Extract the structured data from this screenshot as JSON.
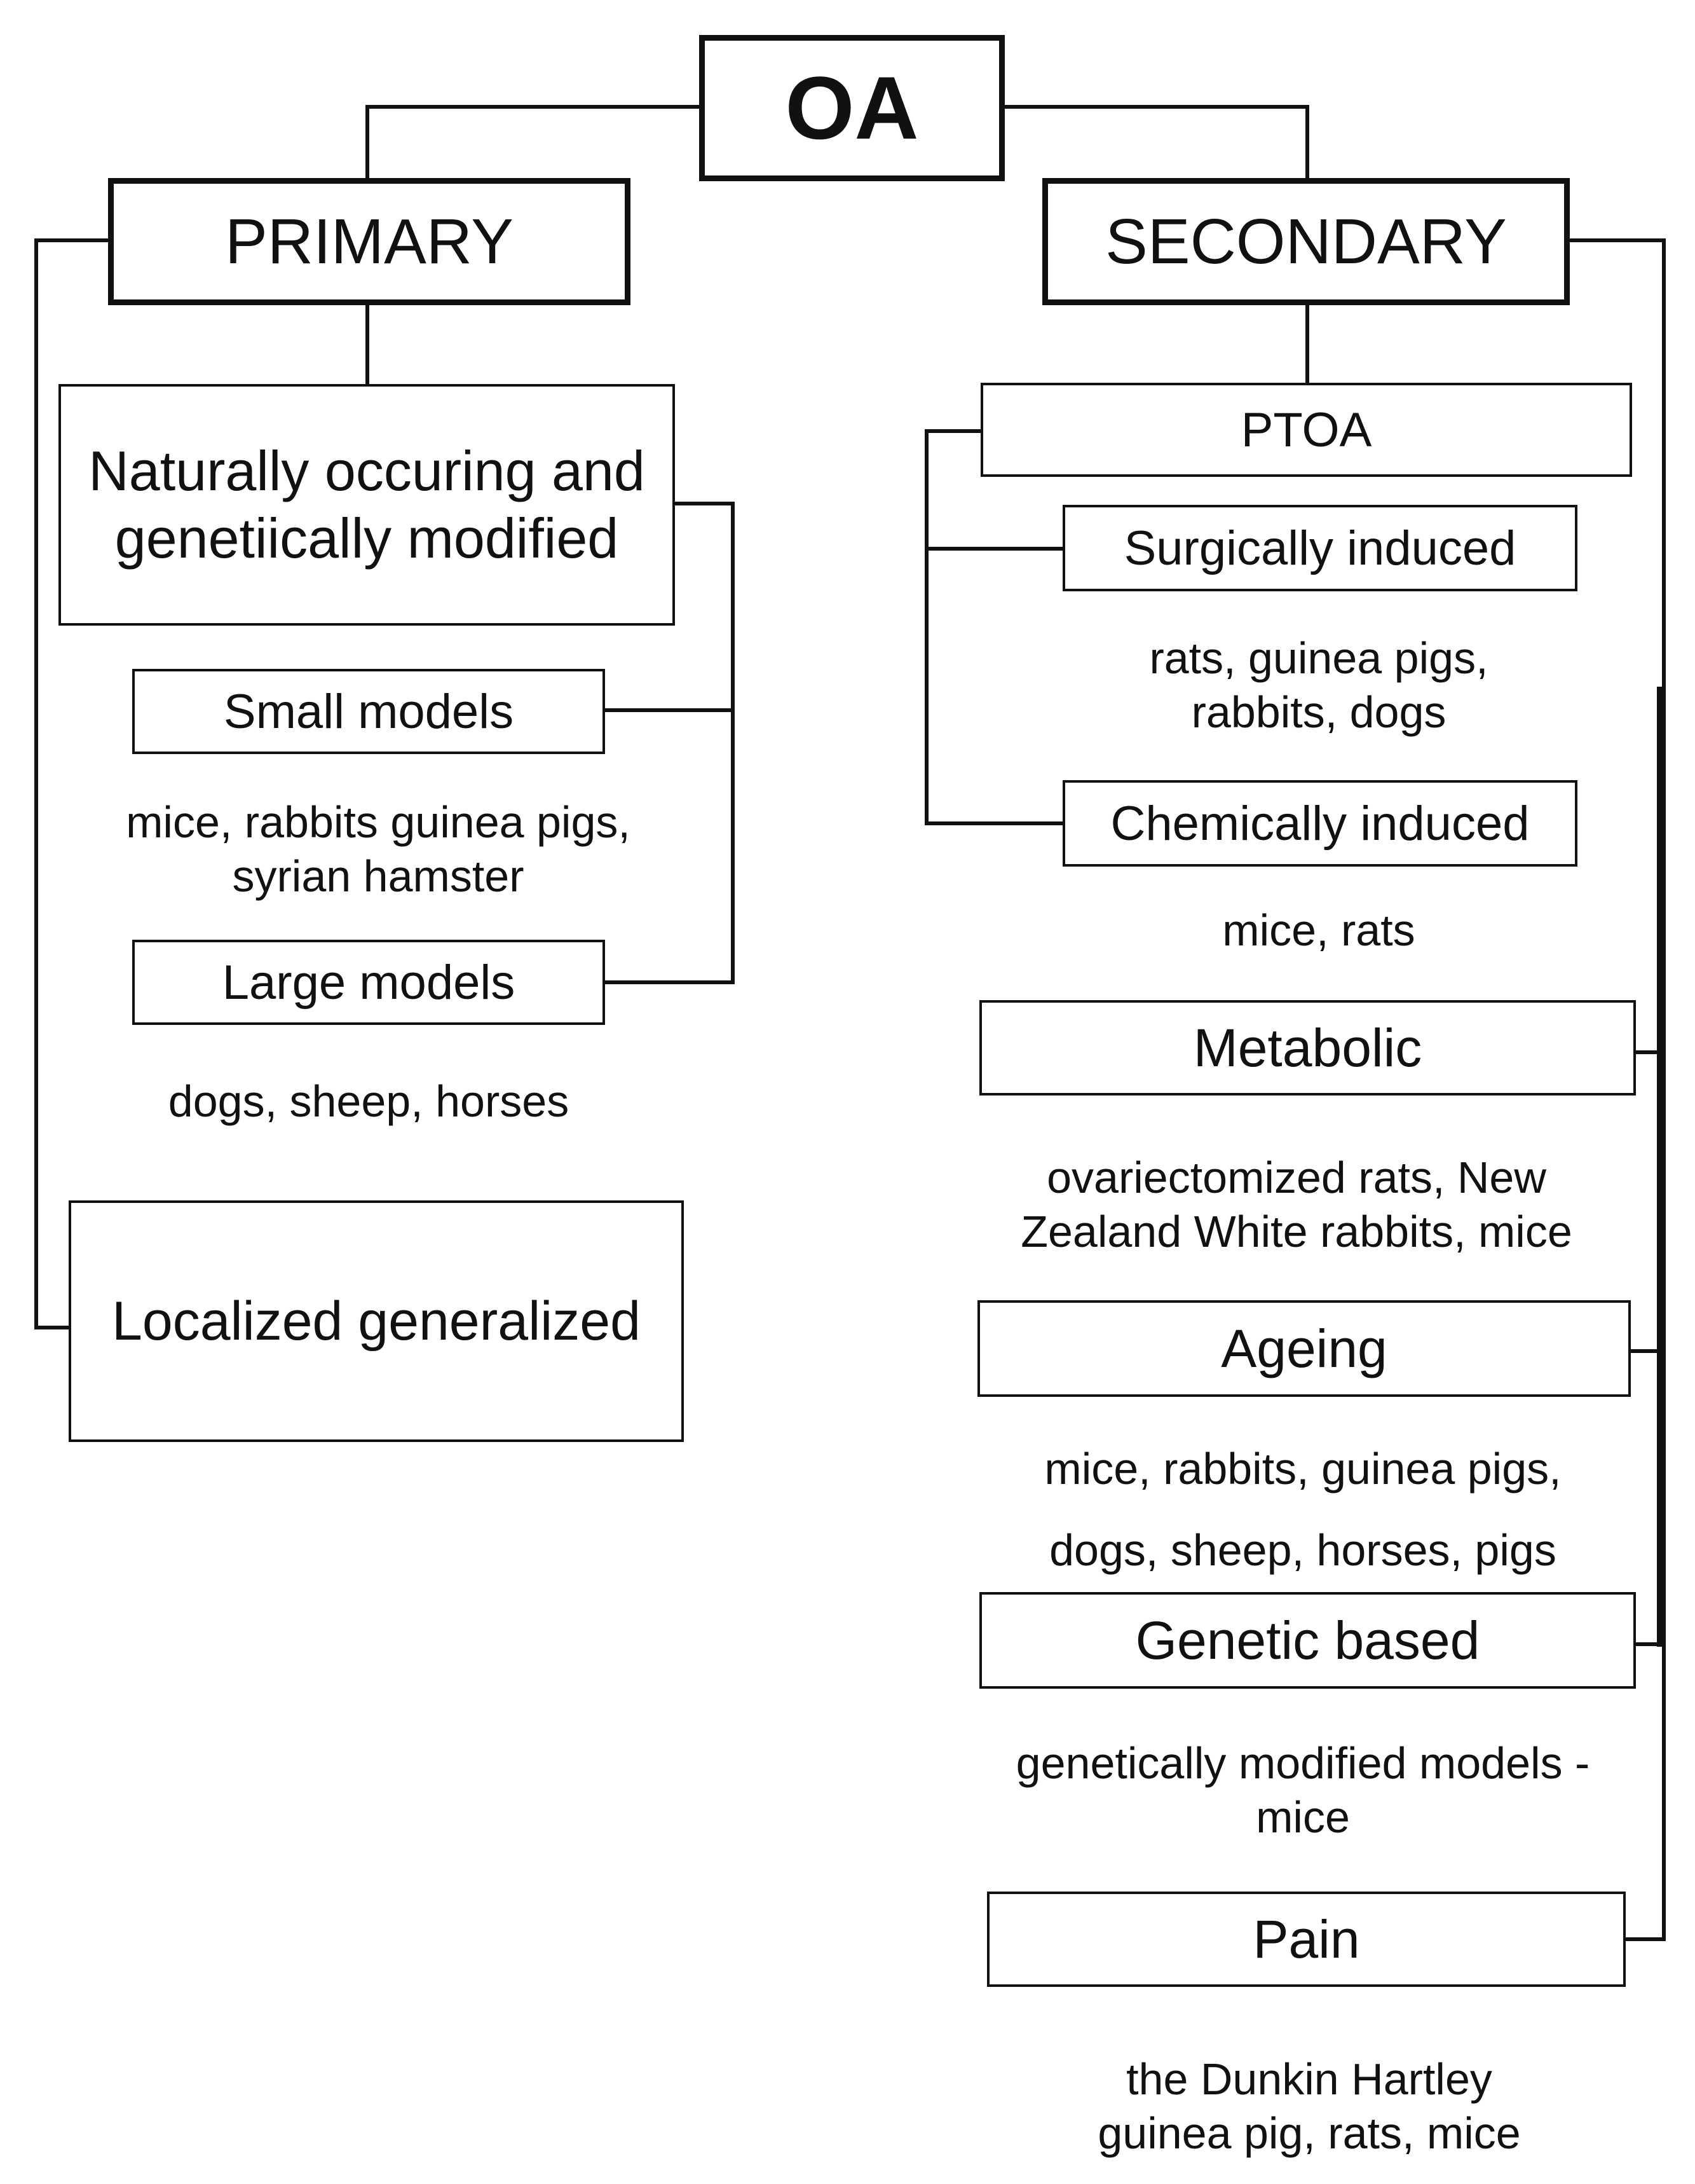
{
  "root": {
    "label": "OA"
  },
  "primary": {
    "label": "PRIMARY",
    "natural": {
      "label": "Naturally occuring and genetiically modified"
    },
    "small_models": {
      "label": "Small models",
      "species": [
        "mice, rabbits guinea pigs,",
        "syrian hamster"
      ]
    },
    "large_models": {
      "label": "Large models",
      "species": "dogs, sheep, horses"
    },
    "localized": {
      "label": "Localized generalized"
    }
  },
  "secondary": {
    "label": "SECONDARY",
    "ptoa": {
      "label": "PTOA"
    },
    "surgical": {
      "label": "Surgically induced",
      "species": [
        "rats, guinea pigs,",
        "rabbits, dogs"
      ]
    },
    "chemical": {
      "label": "Chemically induced",
      "species": "mice, rats"
    },
    "metabolic": {
      "label": "Metabolic",
      "species": [
        "ovariectomized rats, New",
        "Zealand White rabbits, mice"
      ]
    },
    "ageing": {
      "label": "Ageing",
      "species": [
        "mice, rabbits, guinea pigs,",
        "dogs, sheep, horses, pigs"
      ]
    },
    "genetic": {
      "label": "Genetic based",
      "species": [
        "genetically modified models -",
        "mice"
      ]
    },
    "pain": {
      "label": "Pain",
      "species": [
        "the Dunkin Hartley",
        "guinea pig, rats, mice"
      ]
    }
  }
}
